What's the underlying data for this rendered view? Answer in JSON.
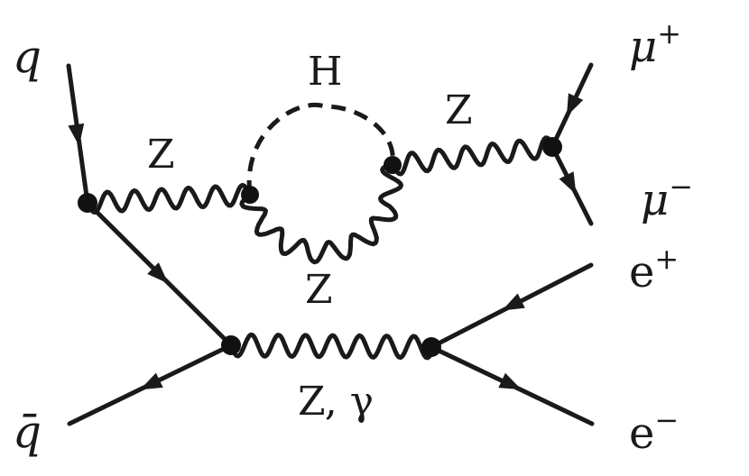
{
  "labels": {
    "q": "q",
    "qbar": "q̄",
    "mu_plus": "μ+",
    "mu_minus": "μ−",
    "e_plus": "e+",
    "e_minus": "e−",
    "z_left": "Z",
    "z_right": "Z",
    "z_bottom_loop": "Z",
    "higgs": "H",
    "z_gamma": "Z, γ"
  },
  "colors": {
    "ink": "#1a1a1a",
    "background": "#ffffff"
  }
}
